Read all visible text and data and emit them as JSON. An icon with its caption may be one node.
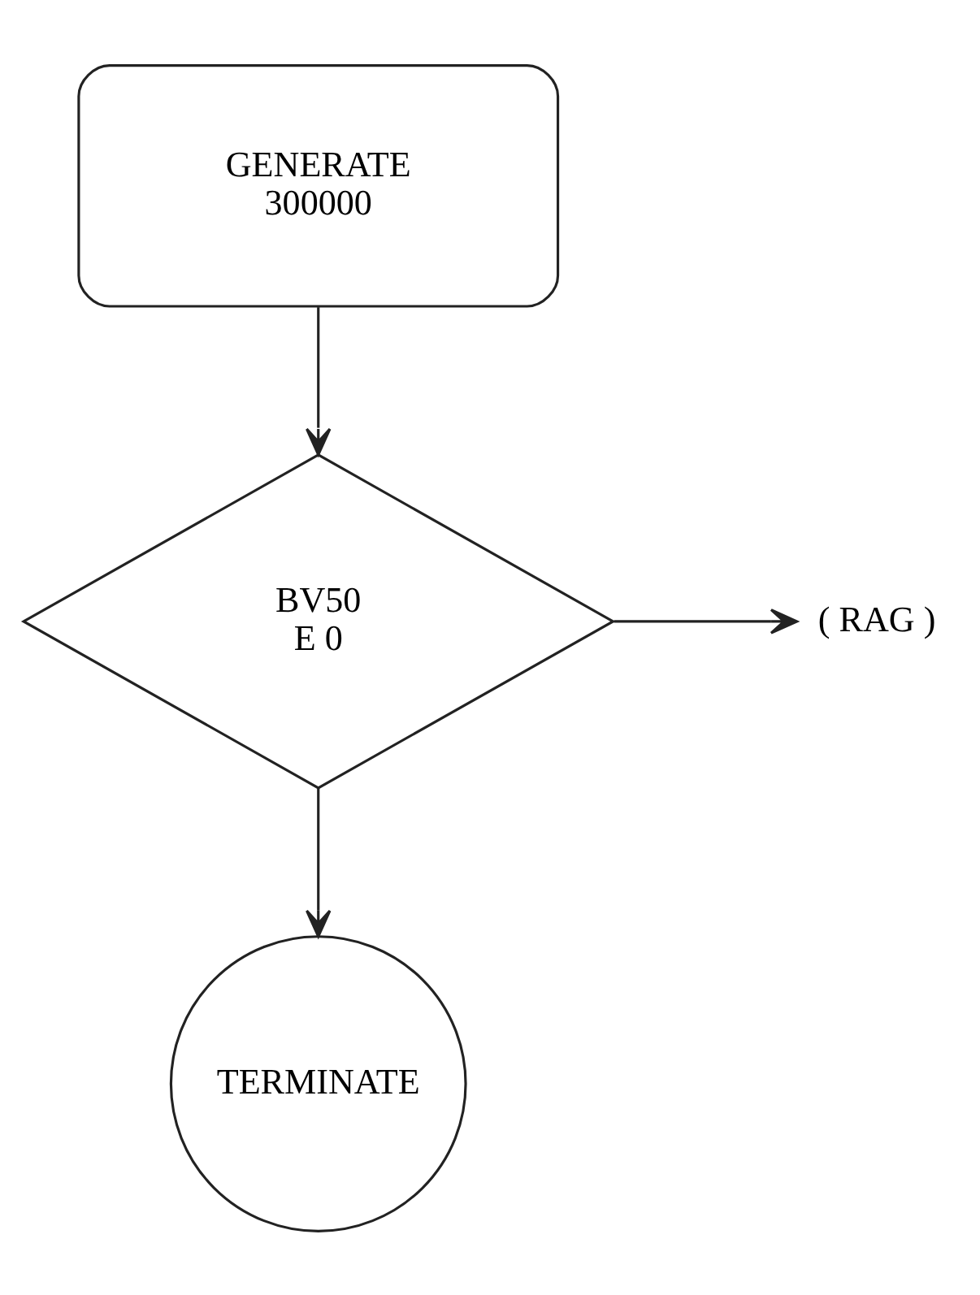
{
  "diagram": {
    "nodes": [
      {
        "text": [
          "GENERATE",
          "300000"
        ]
      },
      {
        "text": [
          "BV50",
          "E 0"
        ]
      },
      {
        "text": [
          "( RAG )"
        ]
      },
      {
        "text": [
          "TERMINATE"
        ]
      }
    ],
    "edges": [
      {
        "from": 0,
        "to": 1,
        "arrow": "to"
      },
      {
        "from": 1,
        "to": 2,
        "arrow": "to"
      },
      {
        "from": 1,
        "to": 3,
        "arrow": "to"
      }
    ]
  }
}
